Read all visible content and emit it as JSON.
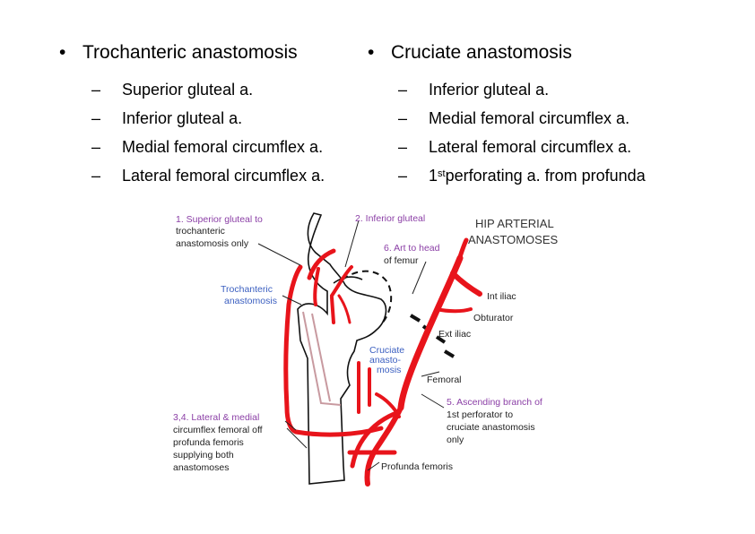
{
  "left": {
    "heading": "Trochanteric anastomosis",
    "items": [
      "Superior gluteal a.",
      "Inferior gluteal a.",
      "Medial femoral circumflex a.",
      "Lateral femoral circumflex a."
    ]
  },
  "right": {
    "heading": "Cruciate anastomosis",
    "items": [
      "Inferior gluteal a.",
      "Medial femoral circumflex a.",
      "Lateral femoral circumflex a."
    ],
    "item4_pre": "1",
    "item4_sup": "st",
    "item4_post": " perforating a. from  profunda"
  },
  "bullet_symbol": "•",
  "dash_symbol": "–",
  "diagram": {
    "title_line1": "HIP ARTERIAL",
    "title_line2": "ANASTOMOSES",
    "label1": [
      "1. Superior gluteal to",
      "trochanteric",
      "anastomosis only"
    ],
    "label2": "2. Inferior gluteal",
    "label6": [
      "6. Art to head",
      "of femur"
    ],
    "int_iliac": "Int iliac",
    "obturator": "Obturator",
    "ext_iliac": "Ext iliac",
    "trochanteric": [
      "Trochanteric",
      "anastomosis"
    ],
    "cruciate": [
      "Cruciate",
      "anasto-",
      "mosis"
    ],
    "femoral": "Femoral",
    "label5": [
      "5. Ascending branch of",
      "1st perforator to",
      "cruciate anastomosis",
      "only"
    ],
    "label34": [
      "3,4. Lateral & medial",
      "circumflex femoral off",
      "profunda femoris",
      "supplying both",
      "anastomoses"
    ],
    "profunda": "Profunda femoris",
    "colors": {
      "artery": "#e8141b",
      "purple_label": "#8b3fa6",
      "blue_label": "#3b5fc0"
    }
  }
}
